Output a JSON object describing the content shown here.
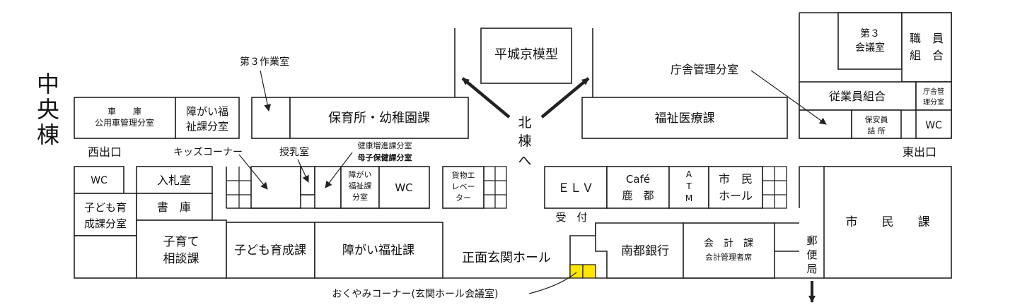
{
  "building_label": [
    "中",
    "央",
    "棟"
  ],
  "exits": {
    "west": "西出口",
    "east": "東出口"
  },
  "north_label": [
    "北",
    "棟",
    "へ"
  ],
  "rooms": {
    "model": "平城京模型",
    "garage_1": "車　　庫",
    "garage_2": "公用車管理分室",
    "disability_branch_1": "障がい福",
    "disability_branch_2": "祉課分室",
    "nursery": "保育所・幼稚園課",
    "welfare_medical": "福祉医療課",
    "meeting3_1": "第３",
    "meeting3_2": "会議室",
    "union_1": "職　員",
    "union_2": "組　合",
    "employee_union": "従業員組合",
    "bldg_mgmt_small_1": "庁舎管",
    "bldg_mgmt_small_2": "理分室",
    "security_1": "保安員",
    "security_2": "詰 所",
    "wc": "WC",
    "bid": "入札室",
    "child_branch_1": "子ども育",
    "child_branch_2": "成課分室",
    "library": "書　庫",
    "kids_corner": "キッズコーナー",
    "nursing": "授乳室",
    "health_1": "健康増進課分室",
    "health_2": "母子保健課分室",
    "disability_branch2_1": "障がい",
    "disability_branch2_2": "福祉課",
    "disability_branch2_3": "分室",
    "freight_1": "貨物エ",
    "freight_2": "レベー",
    "freight_3": "ター",
    "elv": "ＥＬＶ",
    "cafe_1": "Café",
    "cafe_2": "鹿　都",
    "atm": [
      "A",
      "T",
      "M"
    ],
    "citizen_hall_1": "市　民",
    "citizen_hall_2": "ホール",
    "reception": "受　付",
    "citizen_div": "市　　民　　課",
    "childcare_consult_1": "子育て",
    "childcare_consult_2": "相談課",
    "child_dev": "子ども育成課",
    "disability_div": "障がい福祉課",
    "entrance_hall": "正面玄関ホール",
    "nanto_bank": "南都銀行",
    "accounting_1": "会　計　課",
    "accounting_2": "会計管理者席",
    "post_office": [
      "郵",
      "便",
      "局"
    ]
  },
  "callouts": {
    "work_room3": "第３作業室",
    "bldg_mgmt": "庁舎管理分室",
    "condolence": "おくやみコーナー(玄関ホール会議室)"
  },
  "colors": {
    "condolence_fill": "#ffe600",
    "line": "#222222"
  }
}
